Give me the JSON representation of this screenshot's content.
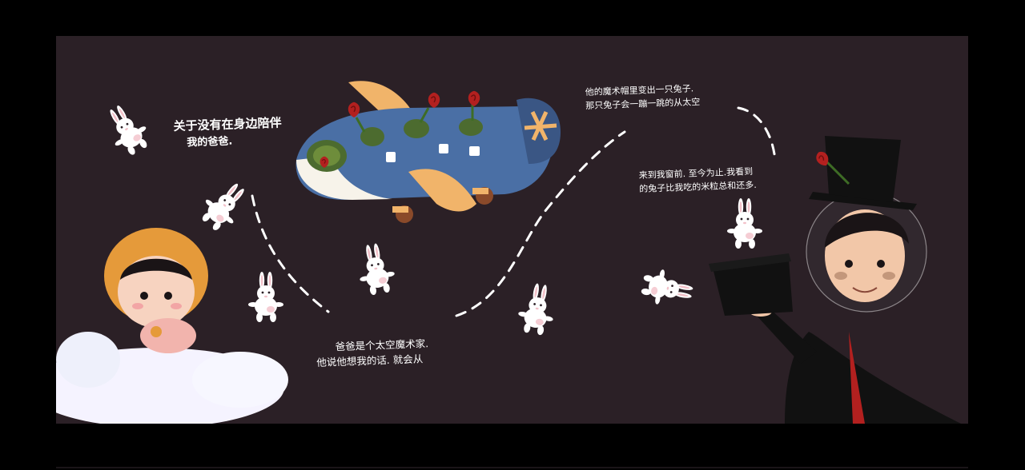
{
  "colors": {
    "background": "#2b2026",
    "frame": "#000000",
    "plane_body": "#4a6fa5",
    "plane_wing": "#f1b46a",
    "rabbit": "#ffffff",
    "rabbit_cheek": "#f2c1c9",
    "rose": "#b3201f",
    "magician_coat": "#111111",
    "child_hood": "#e59a3a"
  },
  "captions": {
    "top_left": {
      "line1": "关于没有在身边陪伴",
      "line2": "我的爸爸."
    },
    "top_right": {
      "line1": "他的魔术帽里变出一只兔子.",
      "line2": "那只兔子会一蹦一跳的从太空"
    },
    "middle_right": {
      "line1": "来到我窗前. 至今为止.我看到",
      "line2": "的兔子比我吃的米粒总和还多."
    },
    "bottom_center": {
      "line1": "爸爸是个太空魔术家.",
      "line2": "他说他想我的话. 就会从"
    }
  },
  "icons": {
    "plane": "toy-airplane-icon",
    "rabbit": "rabbit-icon",
    "hat": "top-hat-icon",
    "rose": "rose-icon"
  }
}
